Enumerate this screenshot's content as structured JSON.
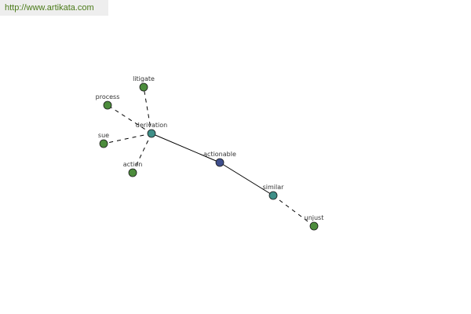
{
  "source_url": "http://www.artikata.com",
  "colors": {
    "url_text": "#4a7a18",
    "url_bar_bg": "#eeeeee",
    "leaf_node": "#4c8c3c",
    "hub_node": "#3f8f88",
    "central_node": "#3e4e8c",
    "edge": "#000000",
    "node_outline": "#1a1a1a",
    "label": "#333333"
  },
  "nodes": [
    {
      "id": "actionable",
      "label": "actionable",
      "kind": "central"
    },
    {
      "id": "derivation",
      "label": "derivation",
      "kind": "hub"
    },
    {
      "id": "similar",
      "label": "similar",
      "kind": "hub"
    },
    {
      "id": "litigate",
      "label": "litigate",
      "kind": "leaf"
    },
    {
      "id": "process",
      "label": "process",
      "kind": "leaf"
    },
    {
      "id": "sue",
      "label": "sue",
      "kind": "leaf"
    },
    {
      "id": "action",
      "label": "action",
      "kind": "leaf"
    },
    {
      "id": "unjust",
      "label": "unjust",
      "kind": "leaf"
    }
  ],
  "edges": [
    {
      "from": "actionable",
      "to": "derivation",
      "style": "solid"
    },
    {
      "from": "actionable",
      "to": "similar",
      "style": "solid"
    },
    {
      "from": "derivation",
      "to": "litigate",
      "style": "dashed"
    },
    {
      "from": "derivation",
      "to": "process",
      "style": "dashed"
    },
    {
      "from": "derivation",
      "to": "sue",
      "style": "dashed"
    },
    {
      "from": "derivation",
      "to": "action",
      "style": "dashed"
    },
    {
      "from": "similar",
      "to": "unjust",
      "style": "dashed"
    }
  ]
}
